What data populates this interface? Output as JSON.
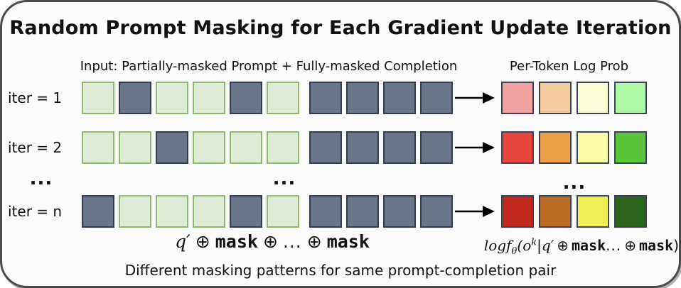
{
  "frame": {
    "background": "#fbfbfb",
    "border_color": "#4a4a4a"
  },
  "title": "Random Prompt Masking for Each Gradient Update Iteration",
  "header": {
    "input_label": "Input: Partially-masked Prompt + Fully-masked Completion",
    "output_label": "Per-Token Log Prob"
  },
  "legend_colors": {
    "unmasked_token_fill": "#deead6",
    "unmasked_token_border": "#8fb971",
    "masked_token_fill": "#697586",
    "masked_token_border": "#333e4e",
    "logprob_square_border": "#3a4454",
    "arrow_color": "#000000"
  },
  "rows": [
    {
      "label": "iter = 1",
      "prompt_mask": [
        "unmasked",
        "masked",
        "unmasked",
        "unmasked",
        "masked",
        "unmasked"
      ],
      "completion_mask": [
        "masked",
        "masked",
        "masked",
        "masked"
      ],
      "output_colors": [
        "#f0a2a2",
        "#f5cc9d",
        "#fdfdd8",
        "#adf9a6"
      ]
    },
    {
      "label": "iter = 2",
      "prompt_mask": [
        "unmasked",
        "unmasked",
        "masked",
        "unmasked",
        "unmasked",
        "unmasked"
      ],
      "completion_mask": [
        "masked",
        "masked",
        "masked",
        "masked"
      ],
      "output_colors": [
        "#e5453c",
        "#ec9e49",
        "#fafaa5",
        "#5ac53b"
      ]
    },
    {
      "label": "iter = n",
      "prompt_mask": [
        "masked",
        "unmasked",
        "unmasked",
        "unmasked",
        "masked",
        "unmasked"
      ],
      "completion_mask": [
        "masked",
        "masked",
        "masked",
        "masked"
      ],
      "output_colors": [
        "#bf2a1d",
        "#bd6c25",
        "#efef55",
        "#2e651c"
      ]
    }
  ],
  "ellipsis": "...",
  "formulas": {
    "input": {
      "q": "q",
      "prime": "′",
      "oplus": "⊕",
      "mask": "mask",
      "dots": "..."
    },
    "output": {
      "log": "logf",
      "theta": "θ",
      "lparen": "(",
      "o": "o",
      "k": "k",
      "bar": "|",
      "q": "q",
      "prime": "′",
      "oplus": "⊕",
      "mask": "mask",
      "dots": "...",
      "rparen": ")"
    }
  },
  "caption": "Different masking patterns for same prompt-completion pair"
}
